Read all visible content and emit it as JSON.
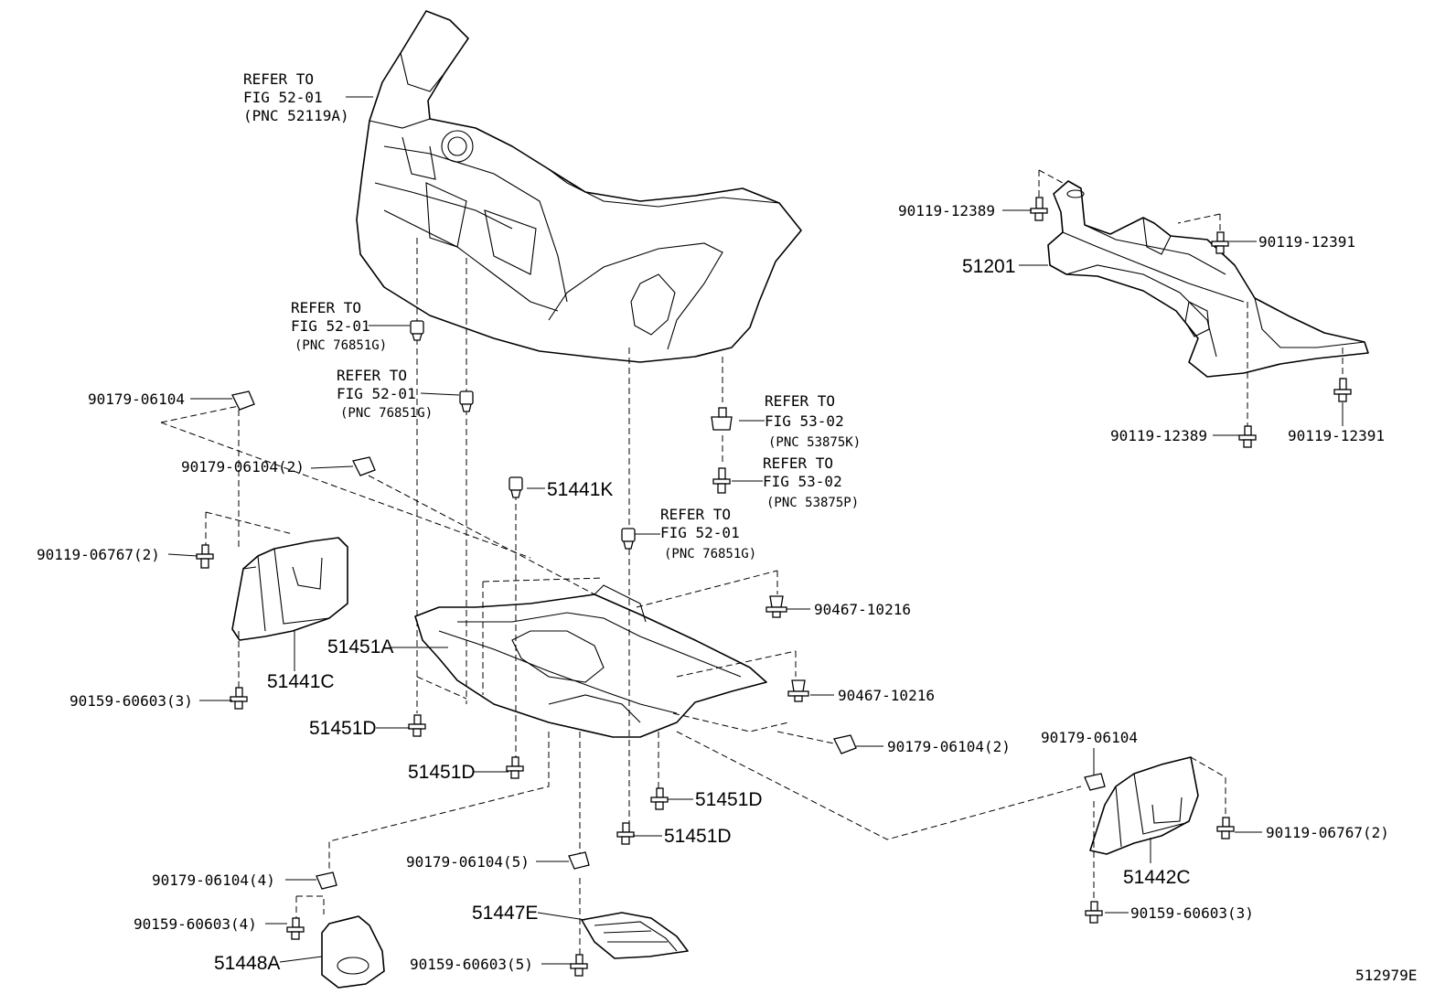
{
  "diagram_id": "512979E",
  "callouts": {
    "refer_bumper": [
      "REFER TO",
      "FIG 52-01",
      "(PNC 52119A)"
    ],
    "refer_clip_left": [
      "REFER TO",
      "FIG 52-01",
      "(PNC 76851G)"
    ],
    "refer_clip_mid": [
      "REFER TO",
      "FIG 52-01",
      "(PNC 76851G)"
    ],
    "refer_53875k": [
      "REFER TO",
      "FIG 53-02",
      "(PNC 53875K)"
    ],
    "refer_53875p": [
      "REFER TO",
      "FIG 53-02",
      "(PNC 53875P)"
    ],
    "refer_clip_center": [
      "REFER TO",
      "FIG 52-01",
      "(PNC 76851G)"
    ]
  },
  "parts": {
    "p51201": "51201",
    "p90119_12389_top": "90119-12389",
    "p90119_12391_top": "90119-12391",
    "p90119_12389_bot": "90119-12389",
    "p90119_12391_bot": "90119-12391",
    "p90179_06104_a": "90179-06104",
    "p90179_06104_2a": "90179-06104(2)",
    "p51441k": "51441K",
    "p90119_06767_2a": "90119-06767(2)",
    "p90467_10216_a": "90467-10216",
    "p90467_10216_b": "90467-10216",
    "p51451a": "51451A",
    "p51441c": "51441C",
    "p90159_60603_3a": "90159-60603(3)",
    "p51451d_a": "51451D",
    "p51451d_b": "51451D",
    "p51451d_c": "51451D",
    "p51451d_d": "51451D",
    "p90179_06104_2b": "90179-06104(2)",
    "p90179_06104_b": "90179-06104",
    "p90119_06767_2b": "90119-06767(2)",
    "p51442c": "51442C",
    "p90159_60603_3b": "90159-60603(3)",
    "p90179_06104_5": "90179-06104(5)",
    "p90179_06104_4": "90179-06104(4)",
    "p90159_60603_4": "90159-60603(4)",
    "p51447e": "51447E",
    "p51448a": "51448A",
    "p90159_60603_5": "90159-60603(5)"
  }
}
